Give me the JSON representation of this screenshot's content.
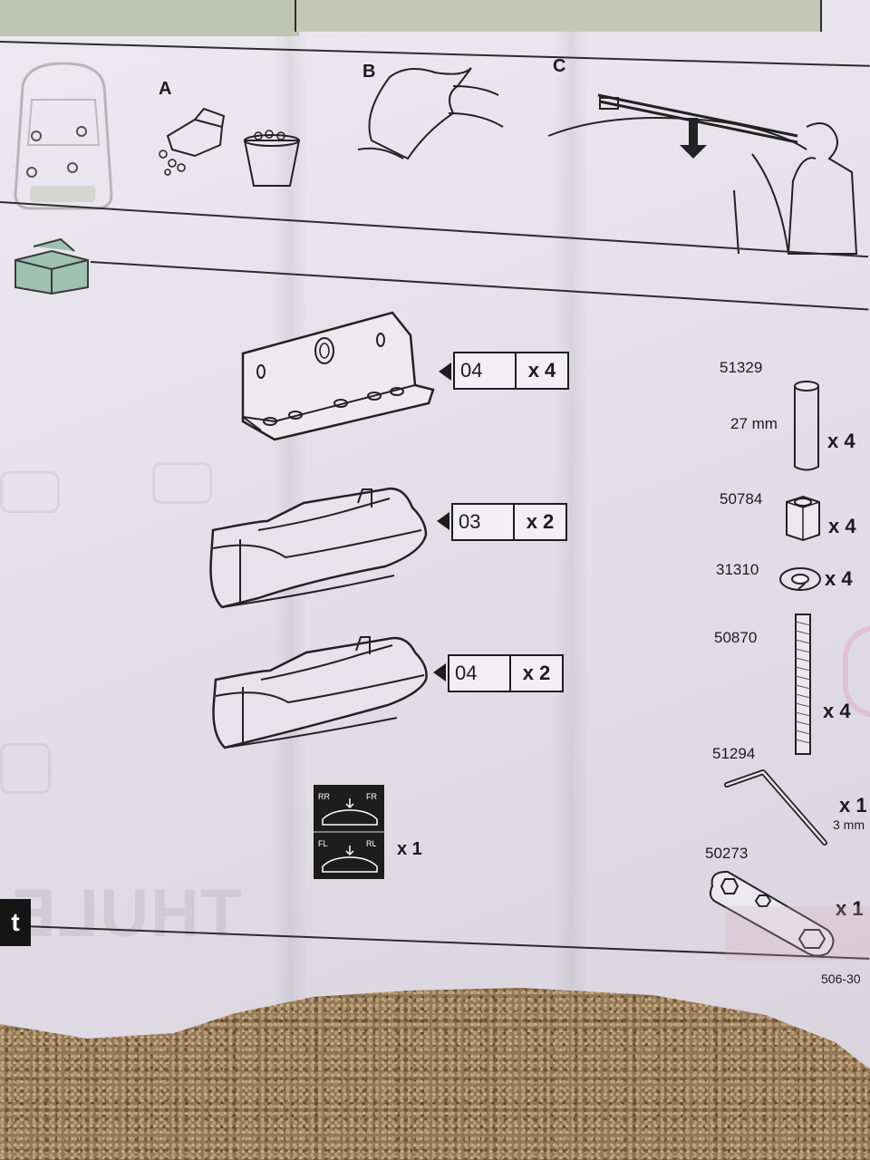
{
  "steps": [
    {
      "letter": "A"
    },
    {
      "letter": "B"
    },
    {
      "letter": "C"
    }
  ],
  "kit_parts": [
    {
      "code": "04",
      "qty": "x 4"
    },
    {
      "code": "03",
      "qty": "x 2"
    },
    {
      "code": "04",
      "qty": "x 2"
    }
  ],
  "sticker": {
    "qty": "x 1",
    "labels": [
      "RR",
      "FR",
      "FL",
      "RL"
    ]
  },
  "hardware": [
    {
      "part_no": "51329",
      "size": "27 mm",
      "qty": "x 4"
    },
    {
      "part_no": "50784",
      "qty": "x 4"
    },
    {
      "part_no": "31310",
      "qty": "x 4"
    },
    {
      "part_no": "50870",
      "qty": "x 4"
    },
    {
      "part_no": "51294",
      "qty": "x 1",
      "size": "3 mm"
    },
    {
      "part_no": "50273",
      "qty": "x 1"
    }
  ],
  "footer": {
    "doc_no": "506-30",
    "brand_mark": "THULE",
    "corner_letter": "t"
  },
  "colors": {
    "box_icon": "#9ec1b1",
    "paper": "#e6e2ea",
    "carpet": "#937756"
  }
}
